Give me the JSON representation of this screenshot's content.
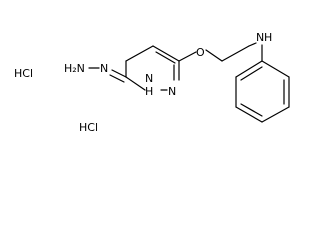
{
  "molecule": {
    "atom_labels": {
      "hydrazine_nh2": "H₂N",
      "hydrazine_n": "N",
      "ring_nh": "H",
      "ring_n_upper": "N",
      "ring_n_lower": "N",
      "ether_o": "O",
      "amine_n": "N",
      "amine_h": "H"
    },
    "salts": [
      "HCl",
      "HCl"
    ]
  },
  "colors": {
    "bond": "#000000",
    "text": "#000000",
    "background": "#ffffff"
  }
}
